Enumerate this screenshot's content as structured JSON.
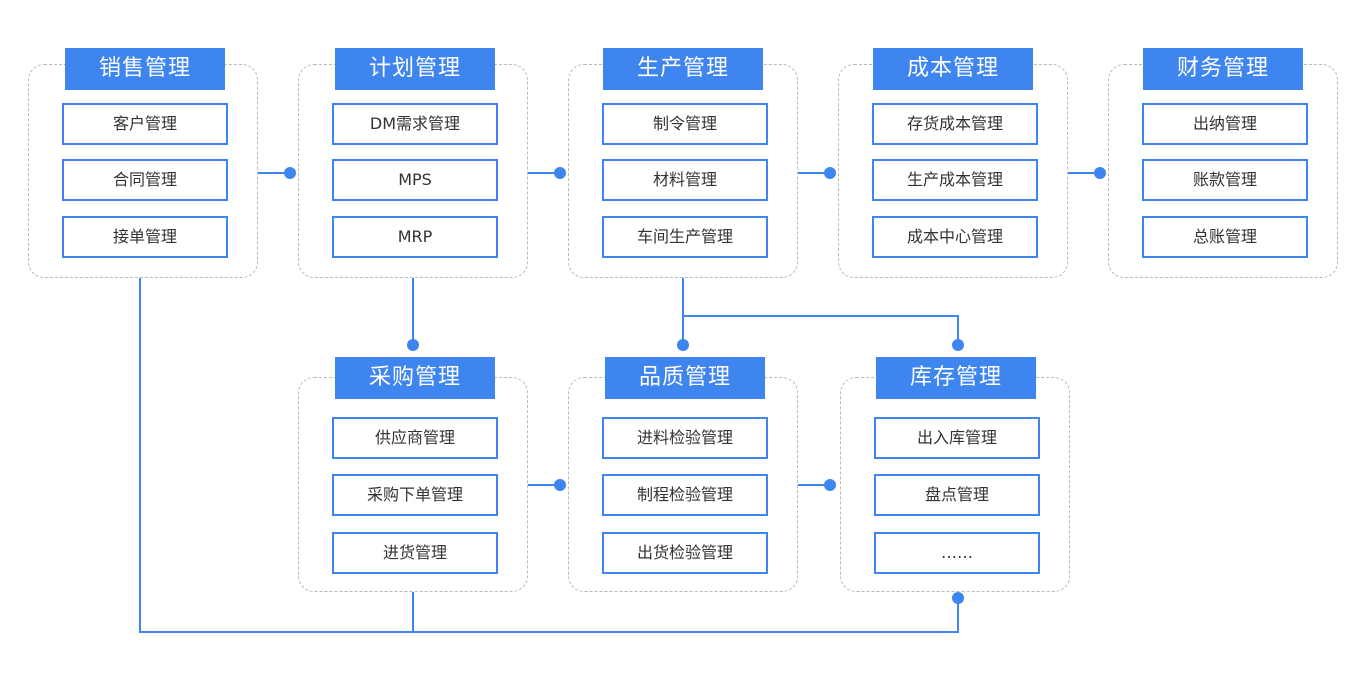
{
  "colors": {
    "accent": "#3f85ef",
    "frame": "#b9b9b9",
    "text": "#333333"
  },
  "groups": {
    "sales": {
      "title": "销售管理",
      "items": [
        "客户管理",
        "合同管理",
        "接单管理"
      ]
    },
    "plan": {
      "title": "计划管理",
      "items": [
        "DM需求管理",
        "MPS",
        "MRP"
      ]
    },
    "production": {
      "title": "生产管理",
      "items": [
        "制令管理",
        "材料管理",
        "车间生产管理"
      ]
    },
    "cost": {
      "title": "成本管理",
      "items": [
        "存货成本管理",
        "生产成本管理",
        "成本中心管理"
      ]
    },
    "finance": {
      "title": "财务管理",
      "items": [
        "出纳管理",
        "账款管理",
        "总账管理"
      ]
    },
    "purchase": {
      "title": "采购管理",
      "items": [
        "供应商管理",
        "采购下单管理",
        "进货管理"
      ]
    },
    "quality": {
      "title": "品质管理",
      "items": [
        "进料检验管理",
        "制程检验管理",
        "出货检验管理"
      ]
    },
    "inventory": {
      "title": "库存管理",
      "items": [
        "出入库管理",
        "盘点管理",
        "……"
      ]
    }
  }
}
